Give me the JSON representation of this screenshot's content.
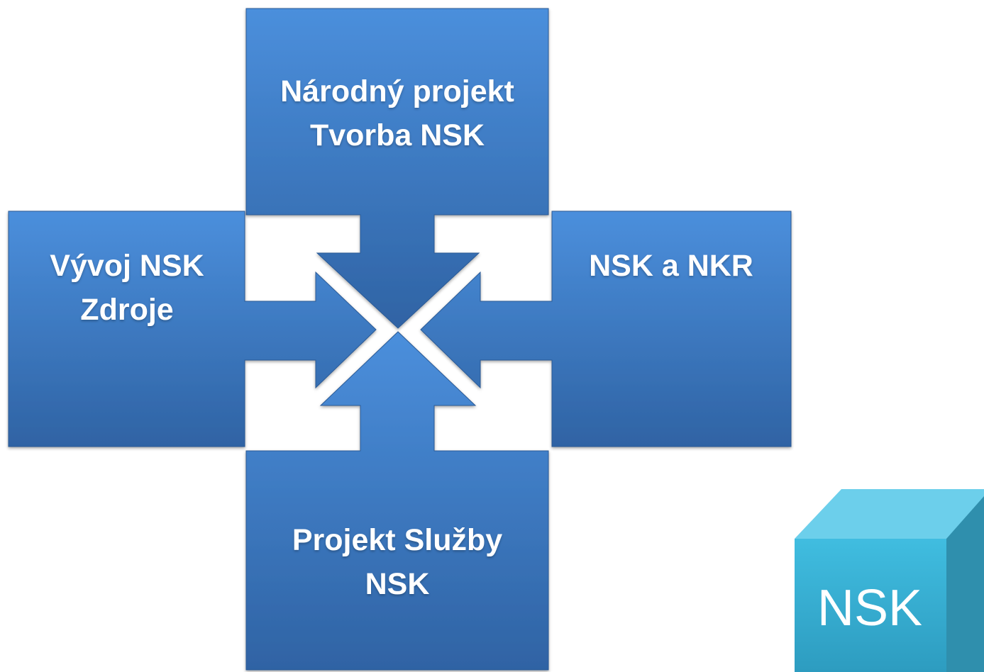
{
  "boxes": {
    "top": {
      "line1": "Národný projekt",
      "line2": "Tvorba NSK"
    },
    "left": {
      "line1": "Vývoj NSK",
      "line2": "Zdroje"
    },
    "right": {
      "line1": "NSK a NKR",
      "line2": ""
    },
    "bottom": {
      "line1": "Projekt Služby",
      "line2": "NSK"
    }
  },
  "cube": {
    "label": "NSK"
  },
  "colors": {
    "box_light": "#4a8bd8",
    "box_dark": "#2f62a2",
    "cube_front": "#3cb3d4",
    "cube_top": "#6dd0ec",
    "cube_side": "#2e8aa8"
  }
}
